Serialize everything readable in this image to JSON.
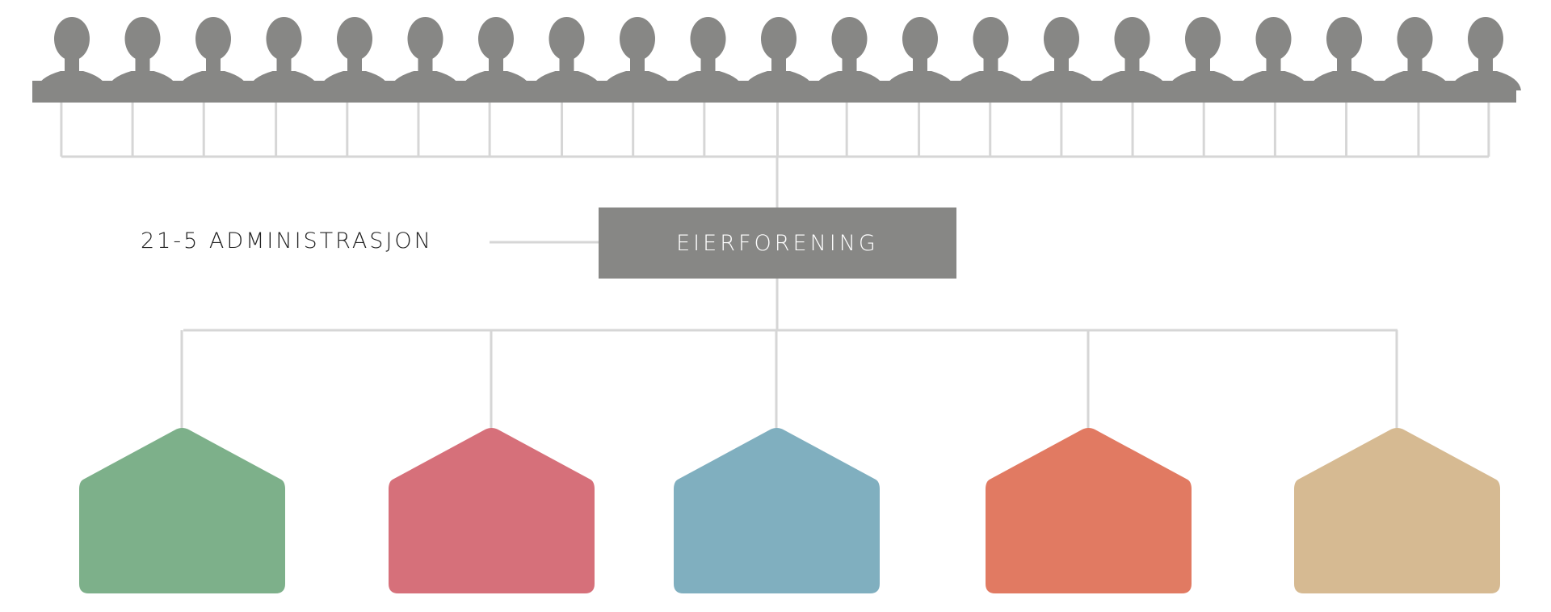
{
  "diagram": {
    "admin_label": "21-5 ADMINISTRASJON",
    "center_box_label": "EIERFORENING",
    "center_box_color": "#878785",
    "line_color": "#d6d6d6",
    "owners": {
      "icon": "person-silhouette-icon",
      "count": 21,
      "color": "#878785"
    },
    "units": [
      {
        "icon": "house-icon",
        "color": "#7db08a"
      },
      {
        "icon": "house-icon",
        "color": "#d6707a"
      },
      {
        "icon": "house-icon",
        "color": "#80afbf"
      },
      {
        "icon": "house-icon",
        "color": "#e17a62"
      },
      {
        "icon": "house-icon",
        "color": "#d6ba92"
      }
    ]
  }
}
